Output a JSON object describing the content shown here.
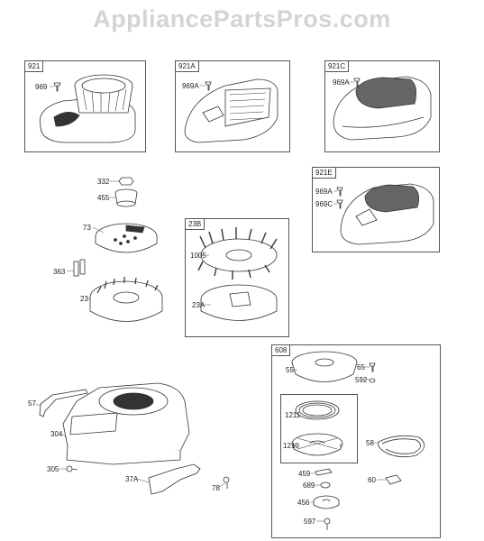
{
  "watermark": "AppliancePartsPros.com",
  "groups": [
    {
      "id": "921",
      "parts": [
        "969"
      ]
    },
    {
      "id": "921A",
      "parts": [
        "969A"
      ]
    },
    {
      "id": "921C",
      "parts": [
        "969A"
      ]
    },
    {
      "id": "921E",
      "parts": [
        "969A",
        "969C"
      ]
    },
    {
      "id": "23B",
      "parts": [
        "1005",
        "23A"
      ]
    },
    {
      "id": "608",
      "parts": [
        "55",
        "65",
        "592",
        "1211",
        "1210",
        "58",
        "459",
        "689",
        "60",
        "456",
        "597"
      ]
    }
  ],
  "loose_parts": [
    "332",
    "455",
    "73",
    "363",
    "23",
    "57",
    "304",
    "305",
    "37A",
    "78"
  ]
}
